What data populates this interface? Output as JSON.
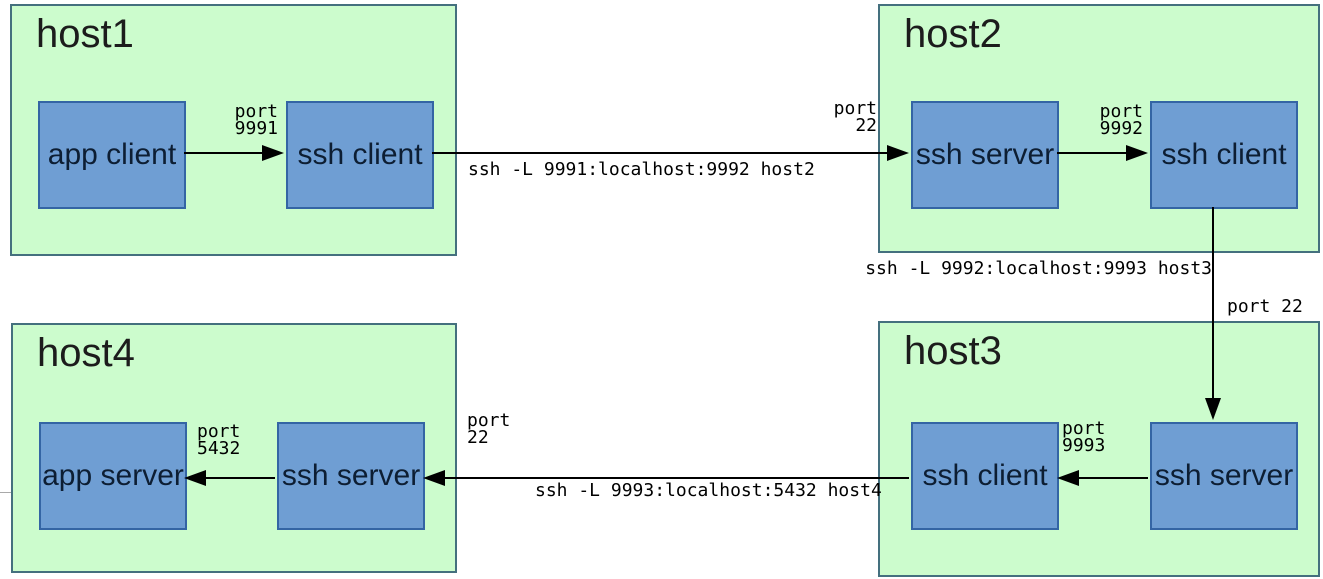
{
  "hosts": {
    "host1": {
      "title": "host1",
      "node_a": "app client",
      "node_b": "ssh client",
      "port_label": "port\n9991"
    },
    "host2": {
      "title": "host2",
      "node_a": "ssh server",
      "node_b": "ssh client",
      "port_label": "port\n9992"
    },
    "host3": {
      "title": "host3",
      "node_a": "ssh client",
      "node_b": "ssh server",
      "port_label": "port\n9993"
    },
    "host4": {
      "title": "host4",
      "node_a": "app server",
      "node_b": "ssh server",
      "port_label": "port\n5432"
    }
  },
  "tunnels": {
    "tunnel1": {
      "command": "ssh -L 9991:localhost:9992 host2",
      "port_label": "port\n22"
    },
    "tunnel2": {
      "command": "ssh -L 9992:localhost:9993 host3",
      "port_label": "port 22"
    },
    "tunnel3": {
      "command": "ssh -L 9993:localhost:5432 host4",
      "port_label": "port\n22"
    }
  },
  "colors": {
    "host_fill": "#ccfccd",
    "host_border": "#44707e",
    "node_fill": "#6f9ed3",
    "node_border": "#3465a4",
    "arrow": "#000000",
    "background": "#ffffff"
  }
}
